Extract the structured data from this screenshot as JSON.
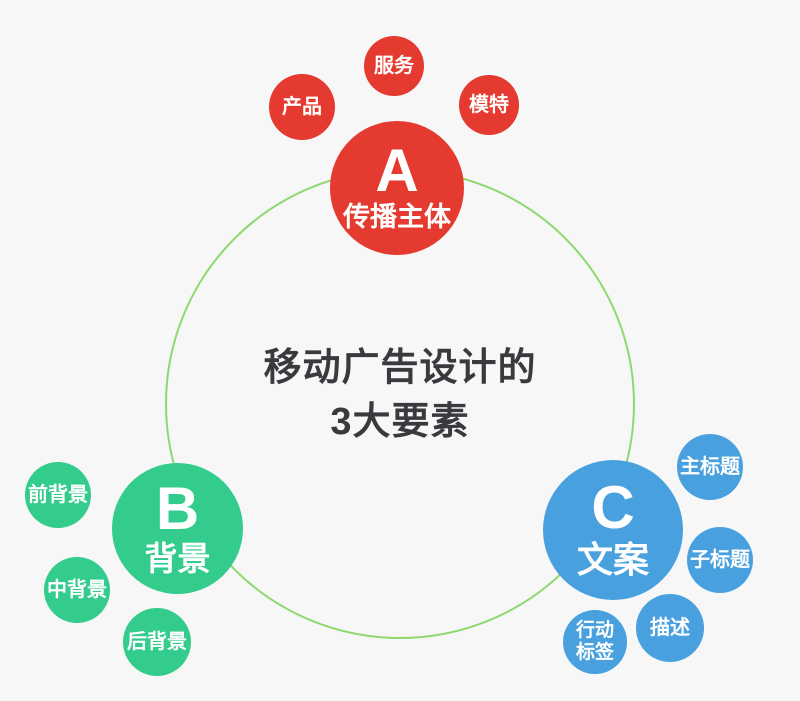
{
  "title": {
    "line1": "移动广告设计的",
    "line2": "3大要素"
  },
  "groups": {
    "a": {
      "letter": "A",
      "label": "传播主体",
      "color": "#e43a2f",
      "satellites": [
        {
          "label": "产品"
        },
        {
          "label": "服务"
        },
        {
          "label": "模特"
        }
      ]
    },
    "b": {
      "letter": "B",
      "label": "背景",
      "color": "#33cc8c",
      "satellites": [
        {
          "label": "前背景"
        },
        {
          "label": "中背景"
        },
        {
          "label": "后背景"
        }
      ]
    },
    "c": {
      "letter": "C",
      "label": "文案",
      "color": "#48a0de",
      "satellites": [
        {
          "label": "主标题"
        },
        {
          "label": "子标题"
        },
        {
          "label": "描述"
        },
        {
          "label": "行动\n标签"
        }
      ]
    }
  },
  "colors": {
    "background": "#f7f7f8",
    "ring": "#8ed96f",
    "title_text": "#3a3a3e",
    "node_text": "#ffffff"
  }
}
